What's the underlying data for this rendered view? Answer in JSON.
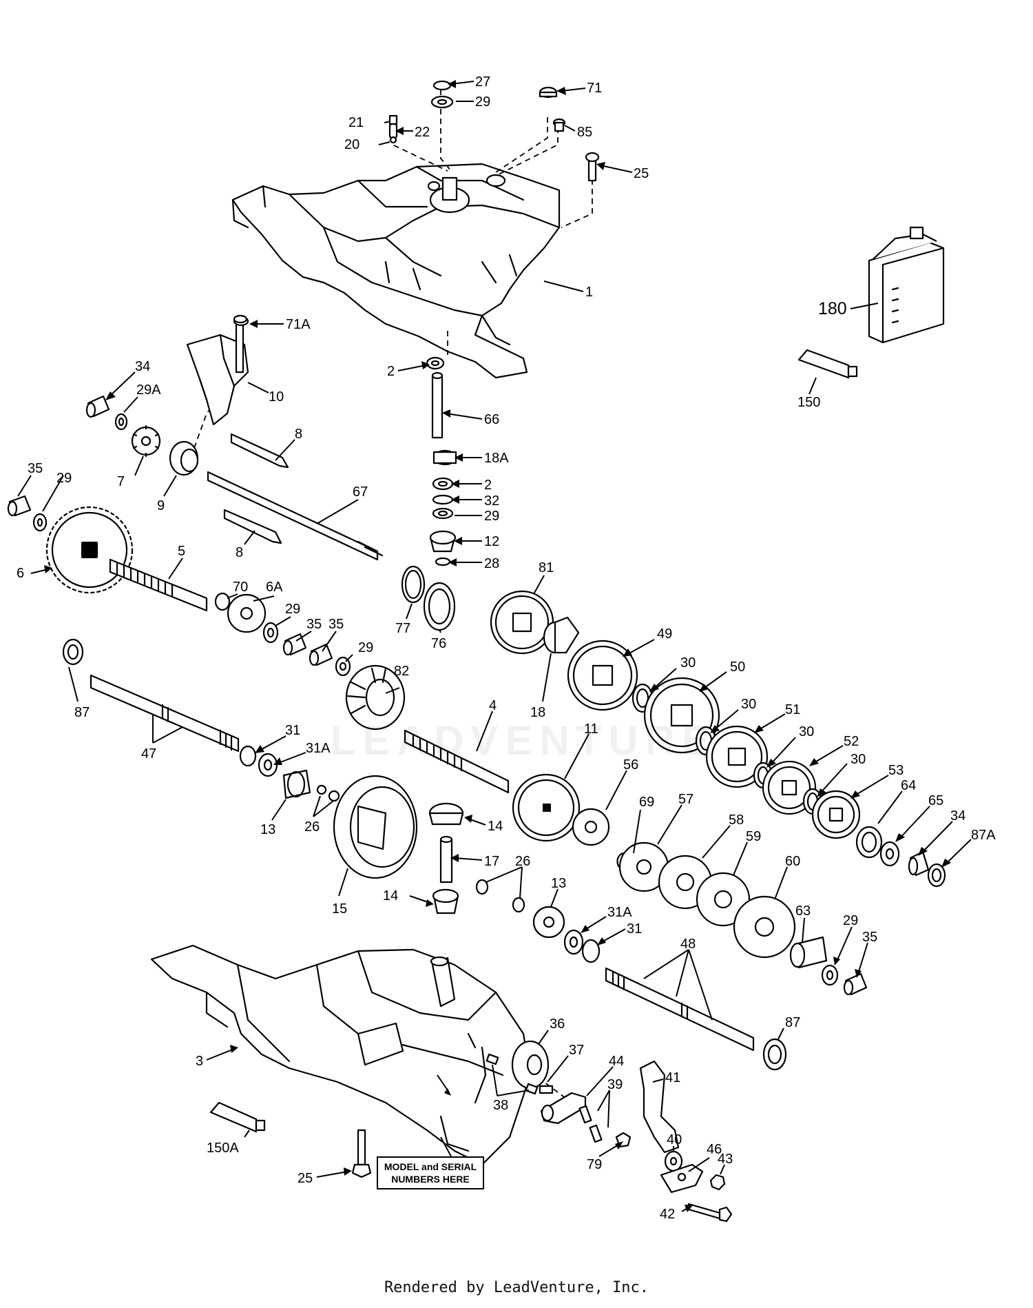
{
  "diagram": {
    "callouts": [
      {
        "id": "c-27",
        "text": "27"
      },
      {
        "id": "c-29-top",
        "text": "29"
      },
      {
        "id": "c-71",
        "text": "71"
      },
      {
        "id": "c-21",
        "text": "21"
      },
      {
        "id": "c-22",
        "text": "22"
      },
      {
        "id": "c-20",
        "text": "20"
      },
      {
        "id": "c-85",
        "text": "85"
      },
      {
        "id": "c-25-top",
        "text": "25"
      },
      {
        "id": "c-1",
        "text": "1"
      },
      {
        "id": "c-180",
        "text": "180"
      },
      {
        "id": "c-71a",
        "text": "71A"
      },
      {
        "id": "c-150",
        "text": "150"
      },
      {
        "id": "c-2-top",
        "text": "2"
      },
      {
        "id": "c-10",
        "text": "10"
      },
      {
        "id": "c-34-top",
        "text": "34"
      },
      {
        "id": "c-29a",
        "text": "29A"
      },
      {
        "id": "c-66",
        "text": "66"
      },
      {
        "id": "c-8-top",
        "text": "8"
      },
      {
        "id": "c-18a",
        "text": "18A"
      },
      {
        "id": "c-35-left",
        "text": "35"
      },
      {
        "id": "c-29-left",
        "text": "29"
      },
      {
        "id": "c-7",
        "text": "7"
      },
      {
        "id": "c-9",
        "text": "9"
      },
      {
        "id": "c-2-mid",
        "text": "2"
      },
      {
        "id": "c-67",
        "text": "67"
      },
      {
        "id": "c-32",
        "text": "32"
      },
      {
        "id": "c-29-mid",
        "text": "29"
      },
      {
        "id": "c-8-bot",
        "text": "8"
      },
      {
        "id": "c-12",
        "text": "12"
      },
      {
        "id": "c-6",
        "text": "6"
      },
      {
        "id": "c-5",
        "text": "5"
      },
      {
        "id": "c-28",
        "text": "28"
      },
      {
        "id": "c-81",
        "text": "81"
      },
      {
        "id": "c-70",
        "text": "70"
      },
      {
        "id": "c-6a",
        "text": "6A"
      },
      {
        "id": "c-29-6a",
        "text": "29"
      },
      {
        "id": "c-77",
        "text": "77"
      },
      {
        "id": "c-76",
        "text": "76"
      },
      {
        "id": "c-49",
        "text": "49"
      },
      {
        "id": "c-35-a",
        "text": "35"
      },
      {
        "id": "c-35-b",
        "text": "35"
      },
      {
        "id": "c-29-82",
        "text": "29"
      },
      {
        "id": "c-82",
        "text": "82"
      },
      {
        "id": "c-30-a",
        "text": "30"
      },
      {
        "id": "c-50",
        "text": "50"
      },
      {
        "id": "c-18",
        "text": "18"
      },
      {
        "id": "c-87-left",
        "text": "87"
      },
      {
        "id": "c-4",
        "text": "4"
      },
      {
        "id": "c-30-b",
        "text": "30"
      },
      {
        "id": "c-51",
        "text": "51"
      },
      {
        "id": "c-31-top",
        "text": "31"
      },
      {
        "id": "c-31a-top",
        "text": "31A"
      },
      {
        "id": "c-30-c",
        "text": "30"
      },
      {
        "id": "c-52",
        "text": "52"
      },
      {
        "id": "c-47",
        "text": "47"
      },
      {
        "id": "c-11",
        "text": "11"
      },
      {
        "id": "c-30-d",
        "text": "30"
      },
      {
        "id": "c-53",
        "text": "53"
      },
      {
        "id": "c-56",
        "text": "56"
      },
      {
        "id": "c-13-left",
        "text": "13"
      },
      {
        "id": "c-26-left",
        "text": "26"
      },
      {
        "id": "c-14-top",
        "text": "14"
      },
      {
        "id": "c-69",
        "text": "69"
      },
      {
        "id": "c-57",
        "text": "57"
      },
      {
        "id": "c-64",
        "text": "64"
      },
      {
        "id": "c-65",
        "text": "65"
      },
      {
        "id": "c-34-right",
        "text": "34"
      },
      {
        "id": "c-87a",
        "text": "87A"
      },
      {
        "id": "c-58",
        "text": "58"
      },
      {
        "id": "c-59",
        "text": "59"
      },
      {
        "id": "c-60",
        "text": "60"
      },
      {
        "id": "c-17",
        "text": "17"
      },
      {
        "id": "c-26-mid",
        "text": "26"
      },
      {
        "id": "c-15",
        "text": "15"
      },
      {
        "id": "c-14-bot",
        "text": "14"
      },
      {
        "id": "c-13-mid",
        "text": "13"
      },
      {
        "id": "c-31a-bot",
        "text": "31A"
      },
      {
        "id": "c-31-bot",
        "text": "31"
      },
      {
        "id": "c-63",
        "text": "63"
      },
      {
        "id": "c-29-right",
        "text": "29"
      },
      {
        "id": "c-35-right",
        "text": "35"
      },
      {
        "id": "c-48",
        "text": "48"
      },
      {
        "id": "c-36",
        "text": "36"
      },
      {
        "id": "c-37",
        "text": "37"
      },
      {
        "id": "c-44",
        "text": "44"
      },
      {
        "id": "c-3",
        "text": "3"
      },
      {
        "id": "c-39",
        "text": "39"
      },
      {
        "id": "c-41",
        "text": "41"
      },
      {
        "id": "c-87-bot",
        "text": "87"
      },
      {
        "id": "c-38",
        "text": "38"
      },
      {
        "id": "c-40",
        "text": "40"
      },
      {
        "id": "c-46",
        "text": "46"
      },
      {
        "id": "c-150a",
        "text": "150A"
      },
      {
        "id": "c-43",
        "text": "43"
      },
      {
        "id": "c-79",
        "text": "79"
      },
      {
        "id": "c-25-bot",
        "text": "25"
      },
      {
        "id": "c-42",
        "text": "42"
      }
    ],
    "model_note": {
      "line1": "MODEL and SERIAL",
      "line2": "NUMBERS HERE"
    },
    "watermark": "LEADVENTURE",
    "credit": "Rendered by LeadVenture, Inc."
  }
}
